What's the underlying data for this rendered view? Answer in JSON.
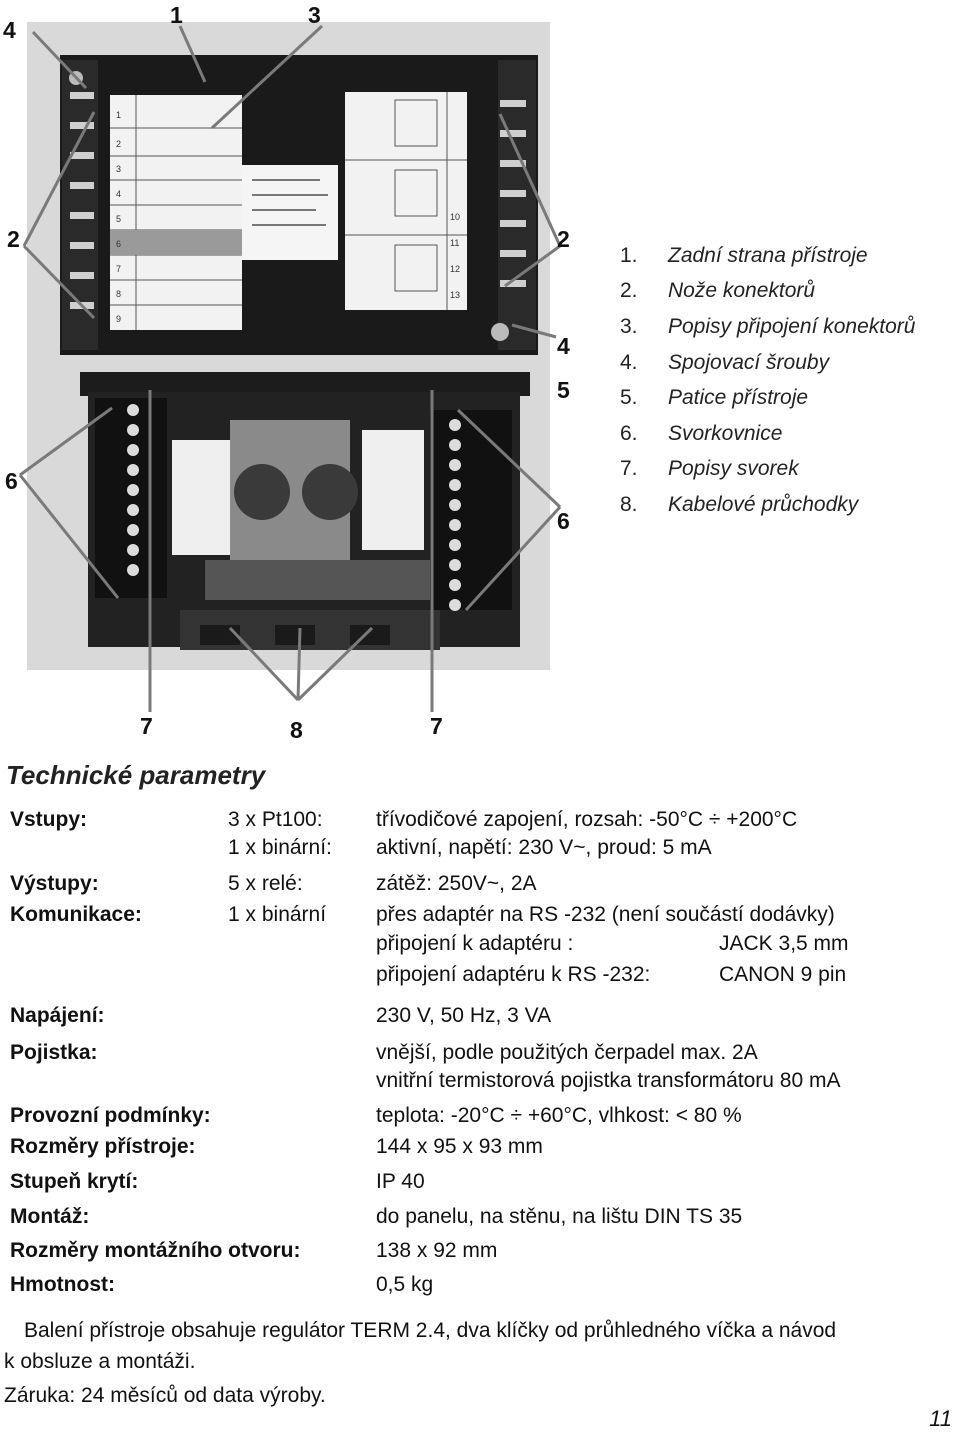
{
  "figure": {
    "callouts": {
      "c4_top": "4",
      "c1": "1",
      "c3": "3",
      "c2_left": "2",
      "c2_right": "2",
      "c4_right": "4",
      "c5": "5",
      "c6_left": "6",
      "c6_right": "6",
      "c7_left": "7",
      "c8": "8",
      "c7_right": "7"
    },
    "device_labels": {
      "back_left": [
        "1",
        "2",
        "3",
        "4",
        "5",
        "6",
        "7",
        "8",
        "9"
      ],
      "back_right": [
        "10",
        "11",
        "12",
        "13"
      ]
    },
    "legend": [
      {
        "num": "1.",
        "text": "Zadní strana přístroje"
      },
      {
        "num": "2.",
        "text": "Nože konektorů"
      },
      {
        "num": "3.",
        "text": "Popisy připojení konektorů"
      },
      {
        "num": "4.",
        "text": "Spojovací šrouby"
      },
      {
        "num": "5.",
        "text": "Patice přístroje"
      },
      {
        "num": "6.",
        "text": "Svorkovnice"
      },
      {
        "num": "7.",
        "text": "Popisy svorek"
      },
      {
        "num": "8.",
        "text": "Kabelové průchodky"
      }
    ]
  },
  "section_title": "Technické parametry",
  "params": {
    "vstupy": {
      "label": "Vstupy:",
      "q1": "3 x Pt100:",
      "v1": "třívodičové zapojení, rozsah: -50°C ÷ +200°C",
      "q2": "1 x binární:",
      "v2": "aktivní, napětí: 230 V~, proud: 5 mA"
    },
    "vystupy": {
      "label": "Výstupy:",
      "q1": "5 x relé:",
      "v1": "zátěž: 250V~, 2A"
    },
    "komunikace": {
      "label": "Komunikace:",
      "q1": "1 x binární",
      "v1": "přes adaptér na RS -232 (není součástí dodávky)",
      "v2a": "připojení k adaptéru :",
      "v2b": "JACK 3,5 mm",
      "v3a": "připojení adaptéru k RS -232:",
      "v3b": "CANON 9 pin"
    },
    "napajeni": {
      "label": "Napájení:",
      "v1": "230 V, 50 Hz, 3 VA"
    },
    "pojistka": {
      "label": "Pojistka:",
      "v1": "vnější, podle použitých čerpadel max. 2A",
      "v2": "vnitřní termistorová pojistka transformátoru 80 mA"
    },
    "provozni": {
      "label": "Provozní podmínky:",
      "v1": "teplota: -20°C ÷ +60°C, vlhkost: < 80 %"
    },
    "rozmery": {
      "label": "Rozměry přístroje:",
      "v1": "144 x 95 x 93 mm"
    },
    "kryti": {
      "label": "Stupeň krytí:",
      "v1": "IP 40"
    },
    "montaz": {
      "label": "Montáž:",
      "v1": "do panelu, na stěnu, na lištu DIN TS 35"
    },
    "otvor": {
      "label": "Rozměry montážního otvoru:",
      "v1": "138 x 92 mm"
    },
    "hmotnost": {
      "label": "Hmotnost:",
      "v1": "0,5 kg"
    }
  },
  "footer": {
    "line1": "Balení přístroje obsahuje regulátor TERM 2.4, dva klíčky od průhledného víčka a návod",
    "line2": "k obsluze a montáži.",
    "line3": "Záruka: 24 měsíců od data výroby."
  },
  "page_number": "11"
}
